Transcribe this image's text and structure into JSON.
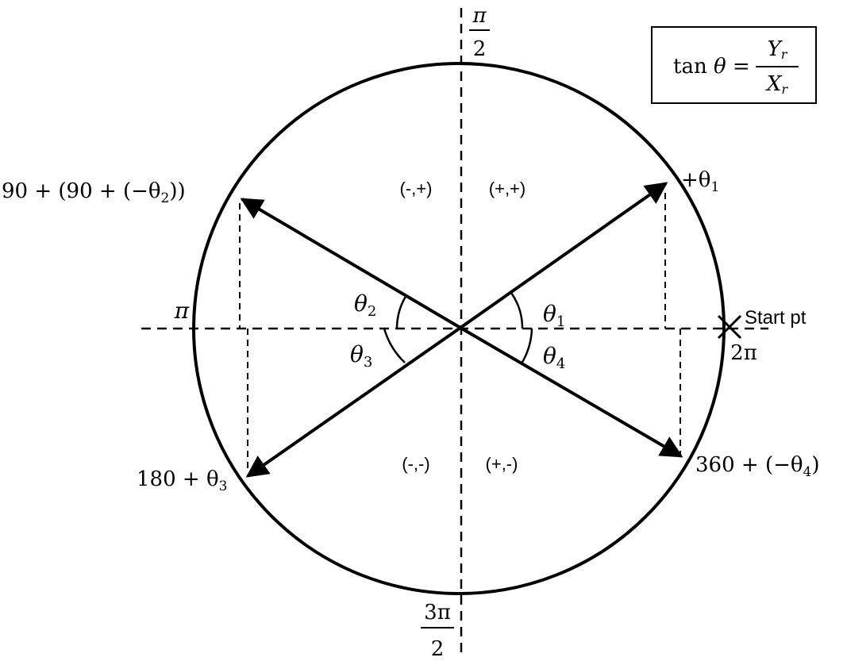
{
  "top_axis": {
    "num": "π",
    "den": "2"
  },
  "bottom_axis": {
    "num": "3π",
    "den": "2"
  },
  "left_axis": "π",
  "right_axis": "2π",
  "start_label": "Start pt",
  "formula": {
    "lhs_fn": "tan",
    "lhs_var": "θ",
    "equals": "=",
    "num": "Y",
    "num_sub": "r",
    "den": "X",
    "den_sub": "r"
  },
  "quadrants": {
    "q1": "(+,+)",
    "q2": "(-,+)",
    "q3": "(-,-)",
    "q4": "(+,-)"
  },
  "angles": {
    "t1": {
      "sym": "θ",
      "sub": "1"
    },
    "t2": {
      "sym": "θ",
      "sub": "2"
    },
    "t3": {
      "sym": "θ",
      "sub": "3"
    },
    "t4": {
      "sym": "θ",
      "sub": "4"
    }
  },
  "endpoints": {
    "e1": {
      "pre": "+θ",
      "sub": "1",
      "post": ""
    },
    "e2": {
      "pre": "90 + (90 + (−θ",
      "sub": "2",
      "post": "))"
    },
    "e3": {
      "pre": "180 + θ",
      "sub": "3",
      "post": ""
    },
    "e4": {
      "pre": "360 + (−θ",
      "sub": "4",
      "post": ")"
    }
  }
}
